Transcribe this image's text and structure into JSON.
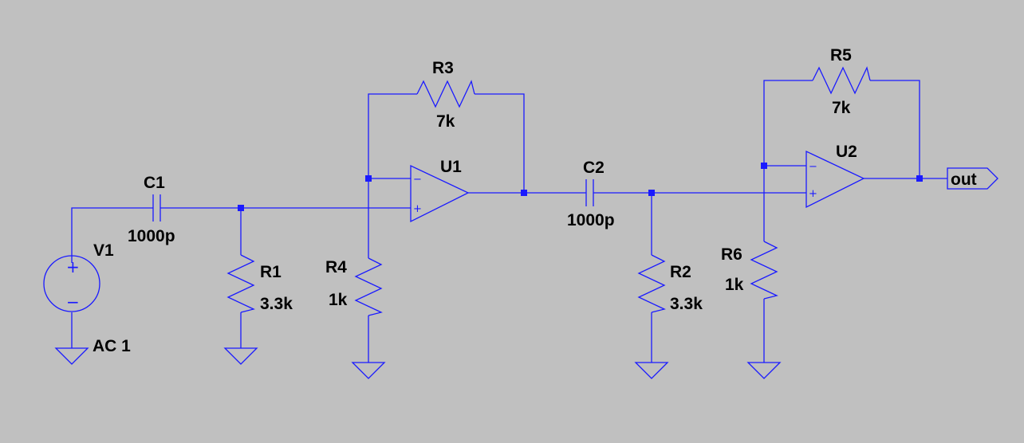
{
  "schematic": {
    "source": {
      "name": "V1",
      "value": "AC 1"
    },
    "capacitors": [
      {
        "name": "C1",
        "value": "1000p"
      },
      {
        "name": "C2",
        "value": "1000p"
      }
    ],
    "resistors": [
      {
        "name": "R1",
        "value": "3.3k"
      },
      {
        "name": "R2",
        "value": "3.3k"
      },
      {
        "name": "R3",
        "value": "7k"
      },
      {
        "name": "R4",
        "value": "1k"
      },
      {
        "name": "R5",
        "value": "7k"
      },
      {
        "name": "R6",
        "value": "1k"
      }
    ],
    "opamps": [
      {
        "name": "U1"
      },
      {
        "name": "U2"
      }
    ],
    "output_label": "out",
    "opamp_signs": {
      "minus": "−",
      "plus": "+"
    },
    "source_signs": {
      "plus": "+",
      "minus": "−"
    },
    "colors": {
      "wire": "#1a1aff",
      "background": "#c0c0c0",
      "text": "#000000"
    }
  }
}
